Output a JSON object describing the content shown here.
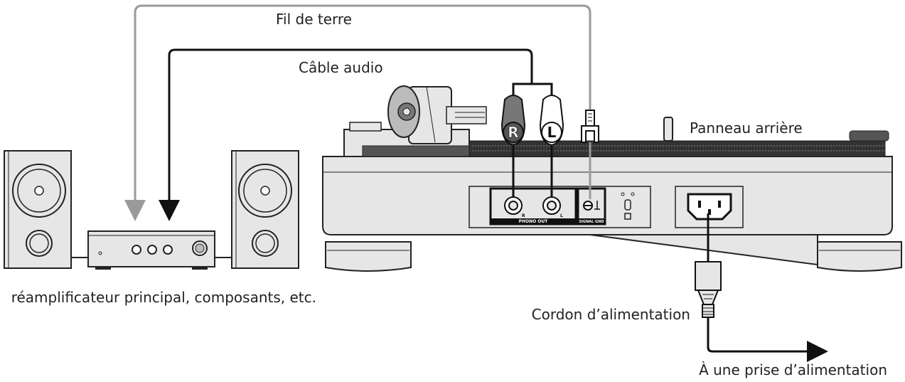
{
  "labels": {
    "ground_wire": "Fil de terre",
    "audio_cable": "Câble audio",
    "rear_panel": "Panneau arrière",
    "amplifier": "réamplificateur principal, composants, etc.",
    "power_cord": "Cordon d’alimentation",
    "to_outlet": "À une prise d’alimentation"
  },
  "panel_text": {
    "plug_right": "R",
    "plug_left": "L",
    "jack_right": "R",
    "jack_left": "L",
    "phono_out": "PHONO OUT",
    "signal_gnd": "SIGNAL GND"
  },
  "colors": {
    "ground_wire": "#9a9a9a",
    "audio_cable": "#111111",
    "device_fill": "#e6e6e6",
    "outline": "#222222"
  }
}
